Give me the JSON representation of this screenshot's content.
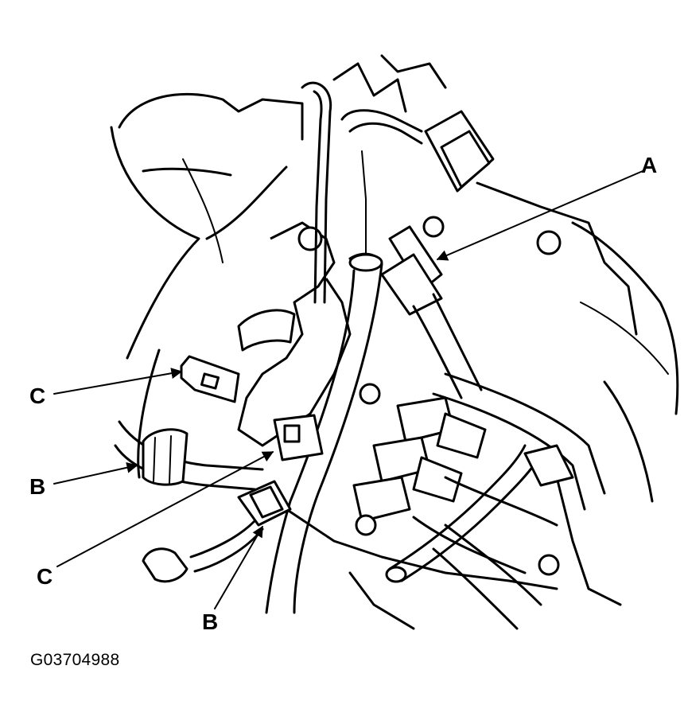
{
  "figure": {
    "id_text": "G03704988"
  },
  "callouts": {
    "a": "A",
    "b_upper": "B",
    "b_lower": "B",
    "c_upper": "C",
    "c_lower": "C"
  },
  "colors": {
    "ink": "#000000",
    "paper": "#ffffff"
  }
}
